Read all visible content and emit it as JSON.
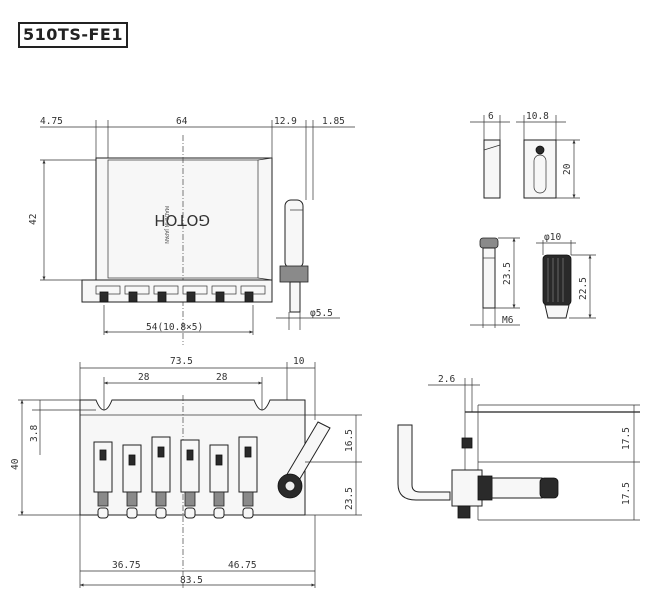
{
  "title": "510TS-FE1",
  "brand": {
    "logo": "GOTOH",
    "made_in": "MADE IN JAPAN"
  },
  "top_view": {
    "dim_left": "4.75",
    "dim_width": "64",
    "dim_right1": "12.9",
    "dim_right2": "1.85",
    "dim_height": "42",
    "dim_spacing": "54(10.8×5)",
    "dim_arm_dia": "φ5.5"
  },
  "block_detail": {
    "dim_w1": "6",
    "dim_w2": "10.8",
    "dim_h": "20"
  },
  "arm_detail": {
    "dim_length": "23.5",
    "dim_thread": "M6",
    "dim_tip_dia": "φ10",
    "dim_tip_len": "22.5"
  },
  "front_view": {
    "dim_total_top": "73.5",
    "dim_right_top": "10",
    "dim_pitch1": "28",
    "dim_pitch2": "28",
    "dim_height": "40",
    "dim_small": "3.8",
    "dim_right_upper": "16.5",
    "dim_right_lower": "23.5",
    "dim_bottom_left": "36.75",
    "dim_bottom_right": "46.75",
    "dim_bottom_total": "83.5"
  },
  "side_view": {
    "dim_offset": "2.6",
    "dim_upper": "17.5",
    "dim_lower": "17.5"
  }
}
